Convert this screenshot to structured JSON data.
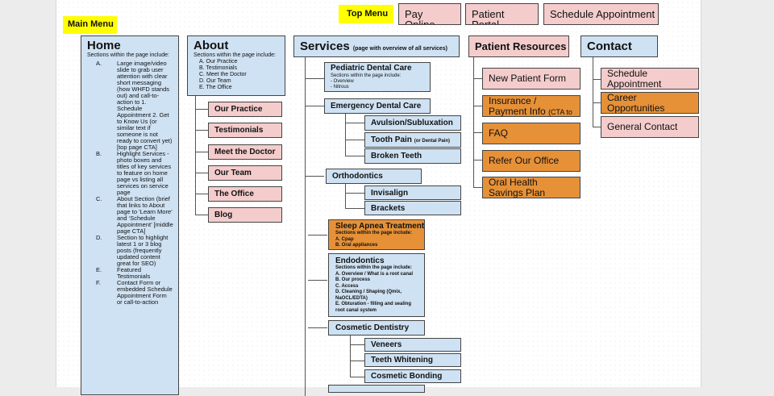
{
  "main_menu_label": "Main Menu",
  "top_menu": {
    "label": "Top Menu",
    "items": [
      "Pay Online",
      "Patient Portal",
      "Schedule Appointment"
    ]
  },
  "home": {
    "title": "Home",
    "subtitle": "Sections within the page include:",
    "items": [
      {
        "n": "A.",
        "t": "Large image/video slide to grab user attention with clear short messaging (how WHFD stands out) and call-to-action to 1. Schedule Appointment 2. Get to Know Us (or similar text if someone is not ready to convert yet) [top page CTA]"
      },
      {
        "n": "B.",
        "t": "Highlight Services - photo boxes and titles of key services to feature on home page vs listing all services on service page"
      },
      {
        "n": "C.",
        "t": "About Section (brief that links to About page to ‘Learn More’ and ‘Schedule Appointment’ [middle page CTA]"
      },
      {
        "n": "D.",
        "t": "Section to highlight latest 1 or 3 blog posts (frequently updated content great for SEO)"
      },
      {
        "n": "E.",
        "t": "Featured Testimonials"
      },
      {
        "n": "F.",
        "t": "Contact Form or embedded Schedule Appointment Form or call-to-action"
      }
    ]
  },
  "about": {
    "title": "About",
    "subtitle": "Sections within the page include:",
    "sections": [
      "A. Our Practice",
      "B. Testimonials",
      "C. Meet the Doctor",
      "D. Our Team",
      "E. The Office"
    ],
    "children": [
      "Our Practice",
      "Testimonials",
      "Meet the Doctor",
      "Our Team",
      "The Office",
      "Blog"
    ]
  },
  "services": {
    "title": "Services",
    "title_note": "(page with overview of all services)",
    "pediatric": {
      "title": "Pediatric Dental Care",
      "subtitle": "Sections within the page include:",
      "items": [
        "- Overview",
        "- Nitrous"
      ]
    },
    "emergency": {
      "title": "Emergency Dental Care",
      "children": [
        "Avulsion/Subluxation",
        "Tooth Pain",
        "Broken Teeth"
      ],
      "tooth_pain_note": "(or Dental Pain)"
    },
    "orthodontics": {
      "title": "Orthodontics",
      "children": [
        "Invisalign",
        "Brackets"
      ]
    },
    "sleep": {
      "title": "Sleep Apnea Treatment",
      "subtitle": "Sections within the page include:",
      "items": [
        "A. Cpap",
        "B. Oral appliances"
      ]
    },
    "endo": {
      "title": "Endodontics",
      "subtitle": "Sections within the page include:",
      "items": [
        "A. Overview / What is a root canal",
        "B. Our process",
        "C. Access",
        "D. Cleaning / Shaping (Qmix, NaOCL/EDTA)",
        "E. Obturation - filling and sealing root canal system"
      ]
    },
    "cosmetic": {
      "title": "Cosmetic Dentistry",
      "children": [
        "Veneers",
        "Teeth Whitening",
        "Cosmetic Bonding"
      ]
    }
  },
  "patient_resources": {
    "title": "Patient Resources",
    "children": [
      "New Patient Form",
      "Insurance / Payment Info",
      "FAQ",
      "Refer Our Office",
      "Oral Health Savings Plan"
    ],
    "insurance_note": "(CTA to call in)"
  },
  "contact": {
    "title": "Contact",
    "children": [
      "Schedule Appointment",
      "Career Opportunities",
      "General Contact"
    ]
  },
  "colors": {
    "blue": "#cfe2f3",
    "pink": "#f4cccc",
    "orange": "#e69138",
    "yellow": "#ffff00"
  }
}
